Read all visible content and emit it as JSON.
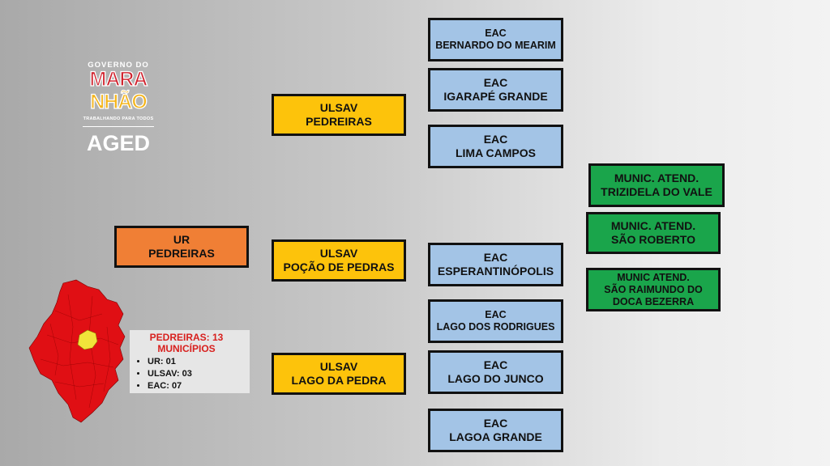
{
  "logo": {
    "top": "GOVERNO DO",
    "word1": "MARA",
    "word2": "NHÃO",
    "subtitle": "TRABALHANDO PARA TODOS",
    "agency": "AGED"
  },
  "colors": {
    "ur": "#f07f35",
    "ulsav": "#fdc30b",
    "eac": "#a3c4e6",
    "municipio": "#1aa54b",
    "map_red": "#e00f14",
    "map_highlight": "#f1e33a"
  },
  "ur": {
    "line1": "UR",
    "line2": "PEDREIRAS"
  },
  "ulsav": [
    {
      "line1": "ULSAV",
      "line2": "PEDREIRAS"
    },
    {
      "line1": "ULSAV",
      "line2": "POÇÃO DE PEDRAS"
    },
    {
      "line1": "ULSAV",
      "line2": "LAGO DA PEDRA"
    }
  ],
  "eac": [
    {
      "line1": "EAC",
      "line2": "BERNARDO DO MEARIM"
    },
    {
      "line1": "EAC",
      "line2": "IGARAPÉ GRANDE"
    },
    {
      "line1": "EAC",
      "line2": "LIMA CAMPOS"
    },
    {
      "line1": "EAC",
      "line2": "ESPERANTINÓPOLIS"
    },
    {
      "line1": "EAC",
      "line2": "LAGO DOS RODRIGUES"
    },
    {
      "line1": "EAC",
      "line2": "LAGO DO JUNCO"
    },
    {
      "line1": "EAC",
      "line2": "LAGOA GRANDE"
    }
  ],
  "municipios": [
    {
      "line1": "MUNIC. ATEND.",
      "line2": "TRIZIDELA DO VALE"
    },
    {
      "line1": "MUNIC. ATEND.",
      "line2": "SÃO ROBERTO"
    },
    {
      "line1": "MUNIC ATEND.",
      "line2": "SÃO RAIMUNDO DO",
      "line3": "DOCA BEZERRA"
    }
  ],
  "info": {
    "title_line1": "PEDREIRAS: 13",
    "title_line2": "MUNICÍPIOS",
    "items": [
      "UR: 01",
      "ULSAV: 03",
      "EAC: 07"
    ]
  }
}
